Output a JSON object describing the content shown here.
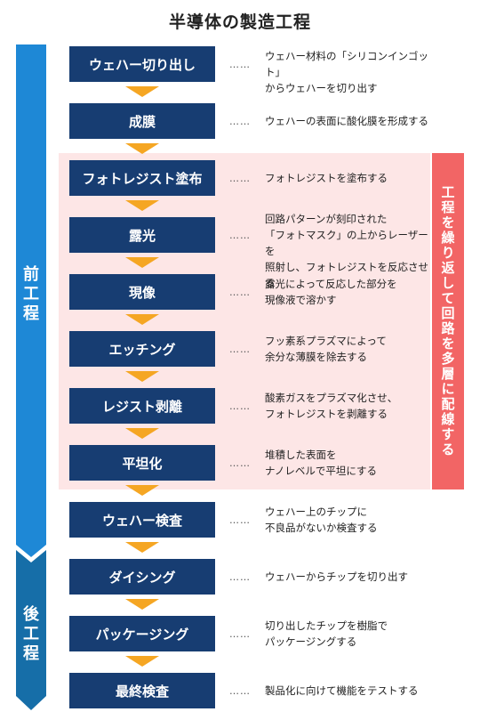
{
  "title": "半導体の製造工程",
  "phases": [
    {
      "label": "前工程",
      "color": "#1e88d6"
    },
    {
      "label": "後工程",
      "color": "#166ea8"
    }
  ],
  "highlight_label": "工程を繰り返して回路を多層に配線する",
  "highlight_color": "#f26565",
  "dots": "……",
  "steps": [
    {
      "name": "ウェハー切り出し",
      "desc": "ウェハー材料の「シリコンインゴット」\nからウェハーを切り出す"
    },
    {
      "name": "成膜",
      "desc": "ウェハーの表面に酸化膜を形成する"
    },
    {
      "name": "フォトレジスト塗布",
      "desc": "フォトレジストを塗布する"
    },
    {
      "name": "露光",
      "desc": "回路パターンが刻印された\n「フォトマスク」の上からレーザーを\n照射し、フォトレジストを反応させる"
    },
    {
      "name": "現像",
      "desc": "露光によって反応した部分を\n現像液で溶かす"
    },
    {
      "name": "エッチング",
      "desc": "フッ素系プラズマによって\n余分な薄膜を除去する"
    },
    {
      "name": "レジスト剥離",
      "desc": "酸素ガスをプラズマ化させ、\nフォトレジストを剥離する"
    },
    {
      "name": "平坦化",
      "desc": "堆積した表面を\nナノレベルで平坦にする"
    },
    {
      "name": "ウェハー検査",
      "desc": "ウェハー上のチップに\n不良品がないか検査する"
    },
    {
      "name": "ダイシング",
      "desc": "ウェハーからチップを切り出す"
    },
    {
      "name": "パッケージング",
      "desc": "切り出したチップを樹脂で\nパッケージングする"
    },
    {
      "name": "最終検査",
      "desc": "製品化に向けて機能をテストする"
    }
  ]
}
